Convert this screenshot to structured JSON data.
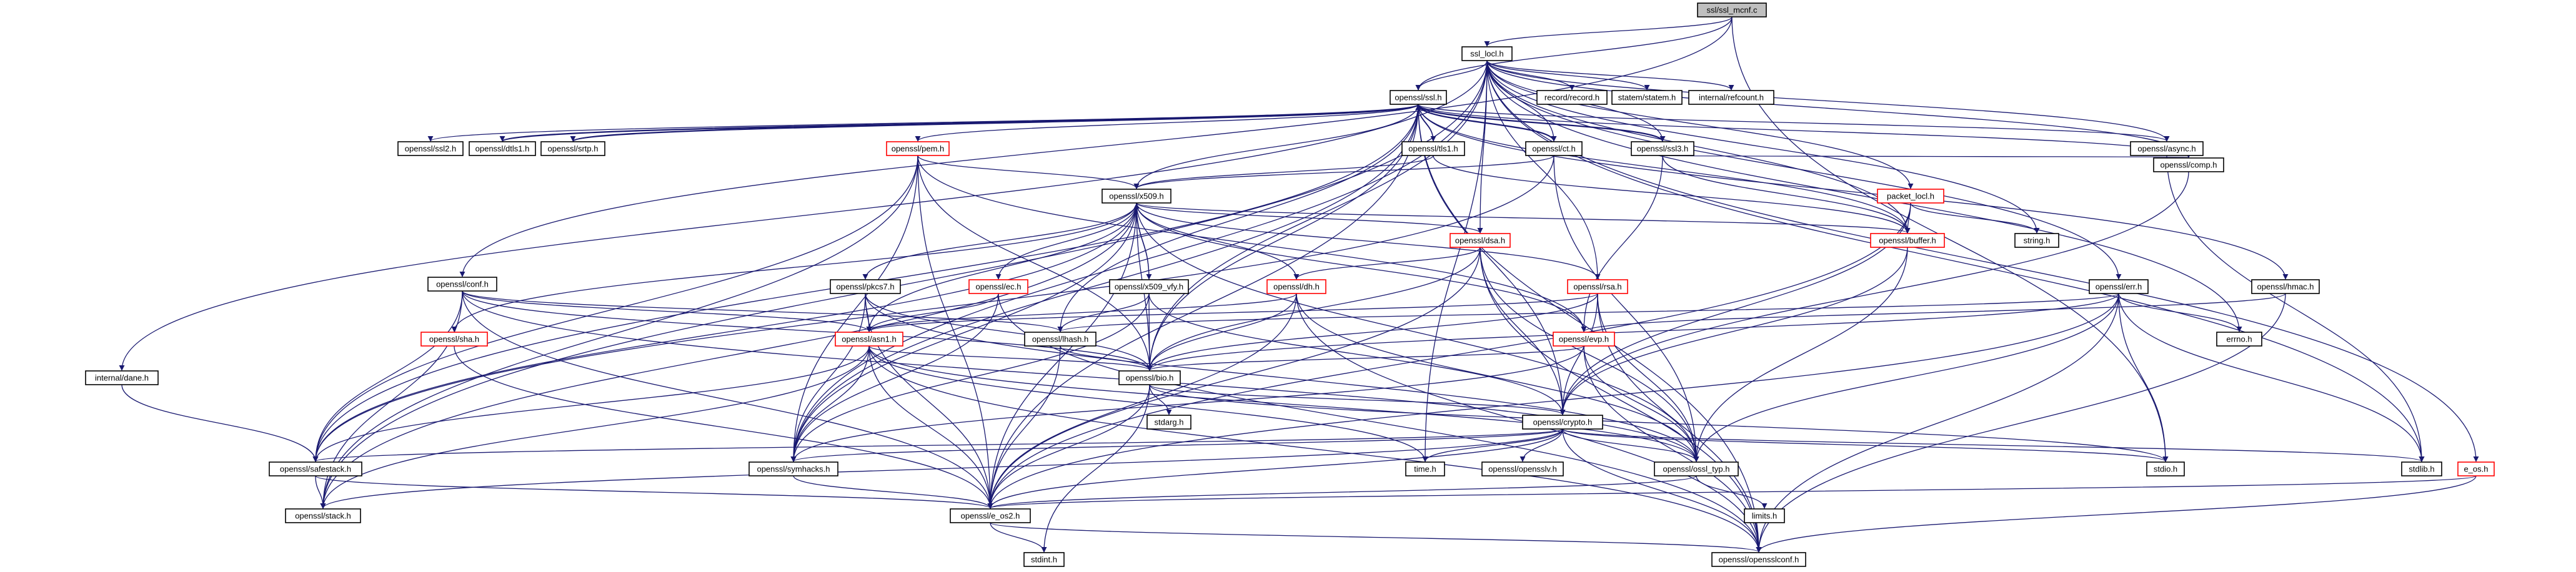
{
  "graph": {
    "colors": {
      "edge": "#191970",
      "node_border": "#000000",
      "missing_border": "#ff0000",
      "root_fill": "#bfbfbf",
      "node_fill": "#ffffff"
    },
    "nodes": [
      {
        "id": "root",
        "label": "ssl/ssl_mcnf.c",
        "style": "root"
      },
      {
        "id": "ssl_locl",
        "label": "ssl_locl.h",
        "style": "normal"
      },
      {
        "id": "conf",
        "label": "openssl/conf.h",
        "style": "normal"
      },
      {
        "id": "ssl",
        "label": "openssl/ssl.h",
        "style": "normal"
      },
      {
        "id": "record",
        "label": "record/record.h",
        "style": "normal"
      },
      {
        "id": "statem",
        "label": "statem/statem.h",
        "style": "normal"
      },
      {
        "id": "refcount",
        "label": "internal/refcount.h",
        "style": "normal"
      },
      {
        "id": "ssl2",
        "label": "openssl/ssl2.h",
        "style": "normal"
      },
      {
        "id": "dtls1",
        "label": "openssl/dtls1.h",
        "style": "normal"
      },
      {
        "id": "srtp",
        "label": "openssl/srtp.h",
        "style": "normal"
      },
      {
        "id": "pem",
        "label": "openssl/pem.h",
        "style": "missing"
      },
      {
        "id": "tls1",
        "label": "openssl/tls1.h",
        "style": "normal"
      },
      {
        "id": "ct",
        "label": "openssl/ct.h",
        "style": "normal"
      },
      {
        "id": "ssl3",
        "label": "openssl/ssl3.h",
        "style": "normal"
      },
      {
        "id": "async",
        "label": "openssl/async.h",
        "style": "normal"
      },
      {
        "id": "comp",
        "label": "openssl/comp.h",
        "style": "normal"
      },
      {
        "id": "packet",
        "label": "packet_locl.h",
        "style": "missing"
      },
      {
        "id": "x509",
        "label": "openssl/x509.h",
        "style": "normal"
      },
      {
        "id": "dsa",
        "label": "openssl/dsa.h",
        "style": "missing"
      },
      {
        "id": "buffer",
        "label": "openssl/buffer.h",
        "style": "missing"
      },
      {
        "id": "string",
        "label": "string.h",
        "style": "normal"
      },
      {
        "id": "hmac",
        "label": "openssl/hmac.h",
        "style": "normal"
      },
      {
        "id": "err",
        "label": "openssl/err.h",
        "style": "normal"
      },
      {
        "id": "pkcs7",
        "label": "openssl/pkcs7.h",
        "style": "normal"
      },
      {
        "id": "ec",
        "label": "openssl/ec.h",
        "style": "missing"
      },
      {
        "id": "x509vfy",
        "label": "openssl/x509_vfy.h",
        "style": "normal"
      },
      {
        "id": "dh",
        "label": "openssl/dh.h",
        "style": "missing"
      },
      {
        "id": "rsa",
        "label": "openssl/rsa.h",
        "style": "missing"
      },
      {
        "id": "sha",
        "label": "openssl/sha.h",
        "style": "missing"
      },
      {
        "id": "dane",
        "label": "internal/dane.h",
        "style": "normal"
      },
      {
        "id": "asn1",
        "label": "openssl/asn1.h",
        "style": "missing"
      },
      {
        "id": "lhash",
        "label": "openssl/lhash.h",
        "style": "normal"
      },
      {
        "id": "evp",
        "label": "openssl/evp.h",
        "style": "missing"
      },
      {
        "id": "errno",
        "label": "errno.h",
        "style": "normal"
      },
      {
        "id": "bio",
        "label": "openssl/bio.h",
        "style": "normal"
      },
      {
        "id": "stdarg",
        "label": "stdarg.h",
        "style": "normal"
      },
      {
        "id": "crypto",
        "label": "openssl/crypto.h",
        "style": "normal"
      },
      {
        "id": "safestack",
        "label": "openssl/safestack.h",
        "style": "normal"
      },
      {
        "id": "symhacks",
        "label": "openssl/symhacks.h",
        "style": "normal"
      },
      {
        "id": "time",
        "label": "time.h",
        "style": "normal"
      },
      {
        "id": "opensslv",
        "label": "openssl/opensslv.h",
        "style": "normal"
      },
      {
        "id": "ossl_typ",
        "label": "openssl/ossl_typ.h",
        "style": "normal"
      },
      {
        "id": "stdio",
        "label": "stdio.h",
        "style": "normal"
      },
      {
        "id": "stdlib",
        "label": "stdlib.h",
        "style": "normal"
      },
      {
        "id": "e_os",
        "label": "e_os.h",
        "style": "missing"
      },
      {
        "id": "stack",
        "label": "openssl/stack.h",
        "style": "normal"
      },
      {
        "id": "e_os2",
        "label": "openssl/e_os2.h",
        "style": "normal"
      },
      {
        "id": "limits",
        "label": "limits.h",
        "style": "normal"
      },
      {
        "id": "stdint",
        "label": "stdint.h",
        "style": "normal"
      },
      {
        "id": "opensslconf",
        "label": "openssl/opensslconf.h",
        "style": "normal"
      }
    ],
    "edges": [
      [
        "root",
        "ssl_locl"
      ],
      [
        "root",
        "conf"
      ],
      [
        "root",
        "ssl"
      ],
      [
        "root",
        "stdio"
      ],
      [
        "ssl_locl",
        "record"
      ],
      [
        "ssl_locl",
        "statem"
      ],
      [
        "ssl_locl",
        "refcount"
      ],
      [
        "ssl_locl",
        "ssl"
      ],
      [
        "ssl_locl",
        "ct"
      ],
      [
        "ssl_locl",
        "ssl3"
      ],
      [
        "ssl_locl",
        "async"
      ],
      [
        "ssl_locl",
        "comp"
      ],
      [
        "ssl_locl",
        "packet"
      ],
      [
        "ssl_locl",
        "buffer"
      ],
      [
        "ssl_locl",
        "string"
      ],
      [
        "ssl_locl",
        "err"
      ],
      [
        "ssl_locl",
        "errno"
      ],
      [
        "ssl_locl",
        "stdlib"
      ],
      [
        "ssl_locl",
        "e_os"
      ],
      [
        "ssl_locl",
        "dsa"
      ],
      [
        "ssl_locl",
        "rsa"
      ],
      [
        "ssl_locl",
        "dane"
      ],
      [
        "ssl_locl",
        "symhacks"
      ],
      [
        "ssl_locl",
        "bio"
      ],
      [
        "ssl_locl",
        "stack"
      ],
      [
        "ssl_locl",
        "time"
      ],
      [
        "ssl",
        "ssl2"
      ],
      [
        "ssl",
        "dtls1"
      ],
      [
        "ssl",
        "srtp"
      ],
      [
        "ssl",
        "pem"
      ],
      [
        "ssl",
        "tls1"
      ],
      [
        "ssl",
        "ct"
      ],
      [
        "ssl",
        "ssl3"
      ],
      [
        "ssl",
        "async"
      ],
      [
        "ssl",
        "comp"
      ],
      [
        "ssl",
        "x509"
      ],
      [
        "ssl",
        "buffer"
      ],
      [
        "ssl",
        "hmac"
      ],
      [
        "ssl",
        "e_os2"
      ],
      [
        "ssl",
        "opensslconf"
      ],
      [
        "ssl",
        "bio"
      ],
      [
        "ssl",
        "crypto"
      ],
      [
        "ssl",
        "lhash"
      ],
      [
        "ssl",
        "safestack"
      ],
      [
        "ssl",
        "symhacks"
      ],
      [
        "dtls1",
        "ssl"
      ],
      [
        "srtp",
        "ssl"
      ],
      [
        "tls1",
        "ssl"
      ],
      [
        "ct",
        "ssl"
      ],
      [
        "ssl3",
        "ssl"
      ],
      [
        "pem",
        "x509"
      ],
      [
        "pem",
        "evp"
      ],
      [
        "pem",
        "bio"
      ],
      [
        "pem",
        "safestack"
      ],
      [
        "pem",
        "symhacks"
      ],
      [
        "pem",
        "e_os2"
      ],
      [
        "pem",
        "stack"
      ],
      [
        "tls1",
        "x509"
      ],
      [
        "tls1",
        "buffer"
      ],
      [
        "ct",
        "x509"
      ],
      [
        "ct",
        "safestack"
      ],
      [
        "ct",
        "ossl_typ"
      ],
      [
        "ssl3",
        "comp"
      ],
      [
        "ssl3",
        "buffer"
      ],
      [
        "ssl3",
        "evp"
      ],
      [
        "comp",
        "crypto"
      ],
      [
        "async",
        "stdlib"
      ],
      [
        "packet",
        "string"
      ],
      [
        "packet",
        "buffer"
      ],
      [
        "packet",
        "crypto"
      ],
      [
        "packet",
        "e_os2"
      ],
      [
        "x509",
        "buffer"
      ],
      [
        "x509",
        "evp"
      ],
      [
        "x509",
        "bio"
      ],
      [
        "x509",
        "asn1"
      ],
      [
        "x509",
        "ec"
      ],
      [
        "x509",
        "rsa"
      ],
      [
        "x509",
        "dsa"
      ],
      [
        "x509",
        "dh"
      ],
      [
        "x509",
        "sha"
      ],
      [
        "x509",
        "safestack"
      ],
      [
        "x509",
        "symhacks"
      ],
      [
        "x509",
        "e_os2"
      ],
      [
        "x509",
        "ossl_typ"
      ],
      [
        "x509",
        "x509vfy"
      ],
      [
        "x509",
        "pkcs7"
      ],
      [
        "x509",
        "stack"
      ],
      [
        "dsa",
        "e_os2"
      ],
      [
        "dsa",
        "bio"
      ],
      [
        "dsa",
        "crypto"
      ],
      [
        "dsa",
        "ossl_typ"
      ],
      [
        "dsa",
        "dh"
      ],
      [
        "dsa",
        "opensslconf"
      ],
      [
        "buffer",
        "ossl_typ"
      ],
      [
        "buffer",
        "crypto"
      ],
      [
        "hmac",
        "evp"
      ],
      [
        "hmac",
        "opensslconf"
      ],
      [
        "err",
        "e_os2"
      ],
      [
        "err",
        "ossl_typ"
      ],
      [
        "err",
        "bio"
      ],
      [
        "err",
        "lhash"
      ],
      [
        "err",
        "errno"
      ],
      [
        "err",
        "stdio"
      ],
      [
        "err",
        "stdlib"
      ],
      [
        "err",
        "opensslconf"
      ],
      [
        "pkcs7",
        "asn1"
      ],
      [
        "pkcs7",
        "bio"
      ],
      [
        "pkcs7",
        "e_os2"
      ],
      [
        "pkcs7",
        "symhacks"
      ],
      [
        "pkcs7",
        "ossl_typ"
      ],
      [
        "ec",
        "asn1"
      ],
      [
        "ec",
        "symhacks"
      ],
      [
        "ec",
        "opensslconf"
      ],
      [
        "x509vfy",
        "x509"
      ],
      [
        "x509vfy",
        "lhash"
      ],
      [
        "x509vfy",
        "bio"
      ],
      [
        "x509vfy",
        "crypto"
      ],
      [
        "x509vfy",
        "symhacks"
      ],
      [
        "dh",
        "e_os2"
      ],
      [
        "dh",
        "bio"
      ],
      [
        "dh",
        "asn1"
      ],
      [
        "dh",
        "ossl_typ"
      ],
      [
        "dh",
        "opensslconf"
      ],
      [
        "rsa",
        "asn1"
      ],
      [
        "rsa",
        "bio"
      ],
      [
        "rsa",
        "crypto"
      ],
      [
        "rsa",
        "ossl_typ"
      ],
      [
        "rsa",
        "opensslconf"
      ],
      [
        "sha",
        "e_os2"
      ],
      [
        "conf",
        "bio"
      ],
      [
        "conf",
        "lhash"
      ],
      [
        "conf",
        "safestack"
      ],
      [
        "conf",
        "e_os2"
      ],
      [
        "conf",
        "ossl_typ"
      ],
      [
        "conf",
        "stack"
      ],
      [
        "conf",
        "asn1"
      ],
      [
        "dane",
        "safestack"
      ],
      [
        "asn1",
        "time"
      ],
      [
        "asn1",
        "e_os2"
      ],
      [
        "asn1",
        "bio"
      ],
      [
        "asn1",
        "stack"
      ],
      [
        "asn1",
        "safestack"
      ],
      [
        "asn1",
        "symhacks"
      ],
      [
        "asn1",
        "ossl_typ"
      ],
      [
        "asn1",
        "opensslconf"
      ],
      [
        "lhash",
        "e_os2"
      ],
      [
        "lhash",
        "bio"
      ],
      [
        "evp",
        "opensslconf"
      ],
      [
        "evp",
        "ossl_typ"
      ],
      [
        "evp",
        "symhacks"
      ],
      [
        "evp",
        "bio"
      ],
      [
        "bio",
        "e_os2"
      ],
      [
        "bio",
        "stdio"
      ],
      [
        "bio",
        "stdarg"
      ],
      [
        "bio",
        "crypto"
      ],
      [
        "bio",
        "stdint"
      ],
      [
        "crypto",
        "stdlib"
      ],
      [
        "crypto",
        "time"
      ],
      [
        "crypto",
        "e_os2"
      ],
      [
        "crypto",
        "stack"
      ],
      [
        "crypto",
        "safestack"
      ],
      [
        "crypto",
        "opensslv"
      ],
      [
        "crypto",
        "ossl_typ"
      ],
      [
        "crypto",
        "opensslconf"
      ],
      [
        "crypto",
        "symhacks"
      ],
      [
        "crypto",
        "stdio"
      ],
      [
        "safestack",
        "stack"
      ],
      [
        "safestack",
        "e_os2"
      ],
      [
        "symhacks",
        "e_os2"
      ],
      [
        "ossl_typ",
        "e_os2"
      ],
      [
        "ossl_typ",
        "limits"
      ],
      [
        "e_os2",
        "opensslconf"
      ],
      [
        "e_os2",
        "stdint"
      ],
      [
        "e_os",
        "e_os2"
      ],
      [
        "e_os",
        "opensslconf"
      ]
    ]
  }
}
